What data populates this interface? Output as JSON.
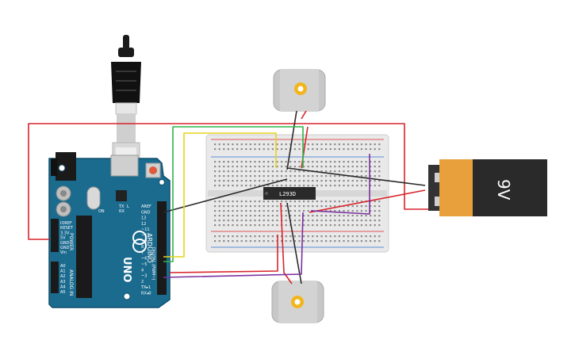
{
  "board": {
    "brand": "ARDUINO",
    "model": "UNO",
    "digital_header_title": "DIGITAL (PWM~)",
    "power_header_title": "POWER",
    "analog_header_title": "ANALOG IN",
    "on_label": "ON",
    "tx_label": "TX",
    "rx_label": "RX",
    "l_label": "L",
    "digital_pins": [
      "AREF",
      "GND",
      "13",
      "12",
      "~11",
      "~10",
      "~9",
      "8",
      "7",
      "~6",
      "~5",
      "4",
      "~3",
      "2",
      "TX▸1",
      "RX◂0"
    ],
    "power_pins": [
      "IOREF",
      "RESET",
      "3.3V",
      "5V",
      "GND",
      "GND",
      "Vin"
    ],
    "analog_pins": [
      "A0",
      "A1",
      "A2",
      "A3",
      "A4",
      "A5"
    ]
  },
  "chip": {
    "label": "L293D"
  },
  "battery": {
    "label": "9V"
  },
  "wire_colors": {
    "red": "#d8242a",
    "black": "#2a2a2a",
    "green": "#2fb24a",
    "yellow": "#e6d31b",
    "purple": "#7a2fa0"
  },
  "icons": [
    "usb-plug-icon",
    "motor-icon",
    "battery-icon",
    "chip-icon",
    "breadboard-icon",
    "arduino-board-icon"
  ]
}
